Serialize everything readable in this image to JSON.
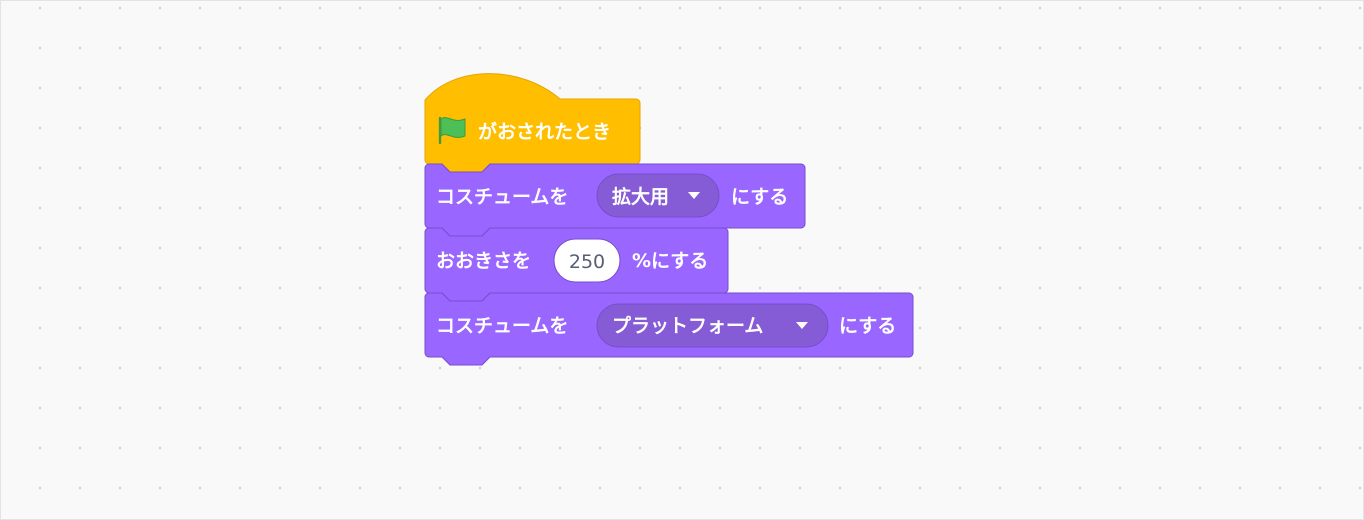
{
  "colors": {
    "events": "#ffbf00",
    "events_border": "#e6a400",
    "looks": "#9966ff",
    "looks_border": "#774dcb",
    "dropdown": "#855cd6",
    "number_text": "#575e75",
    "flag": "#4cbf56"
  },
  "script": {
    "hat": {
      "icon": "green-flag-icon",
      "label": "がおされたとき"
    },
    "switch_costume_1": {
      "prefix": "コスチュームを",
      "value": "拡大用",
      "suffix": "にする"
    },
    "set_size": {
      "prefix": "おおきさを",
      "value": "250",
      "suffix": "%にする"
    },
    "switch_costume_2": {
      "prefix": "コスチュームを",
      "value": "プラットフォーム",
      "suffix": "にする"
    }
  }
}
